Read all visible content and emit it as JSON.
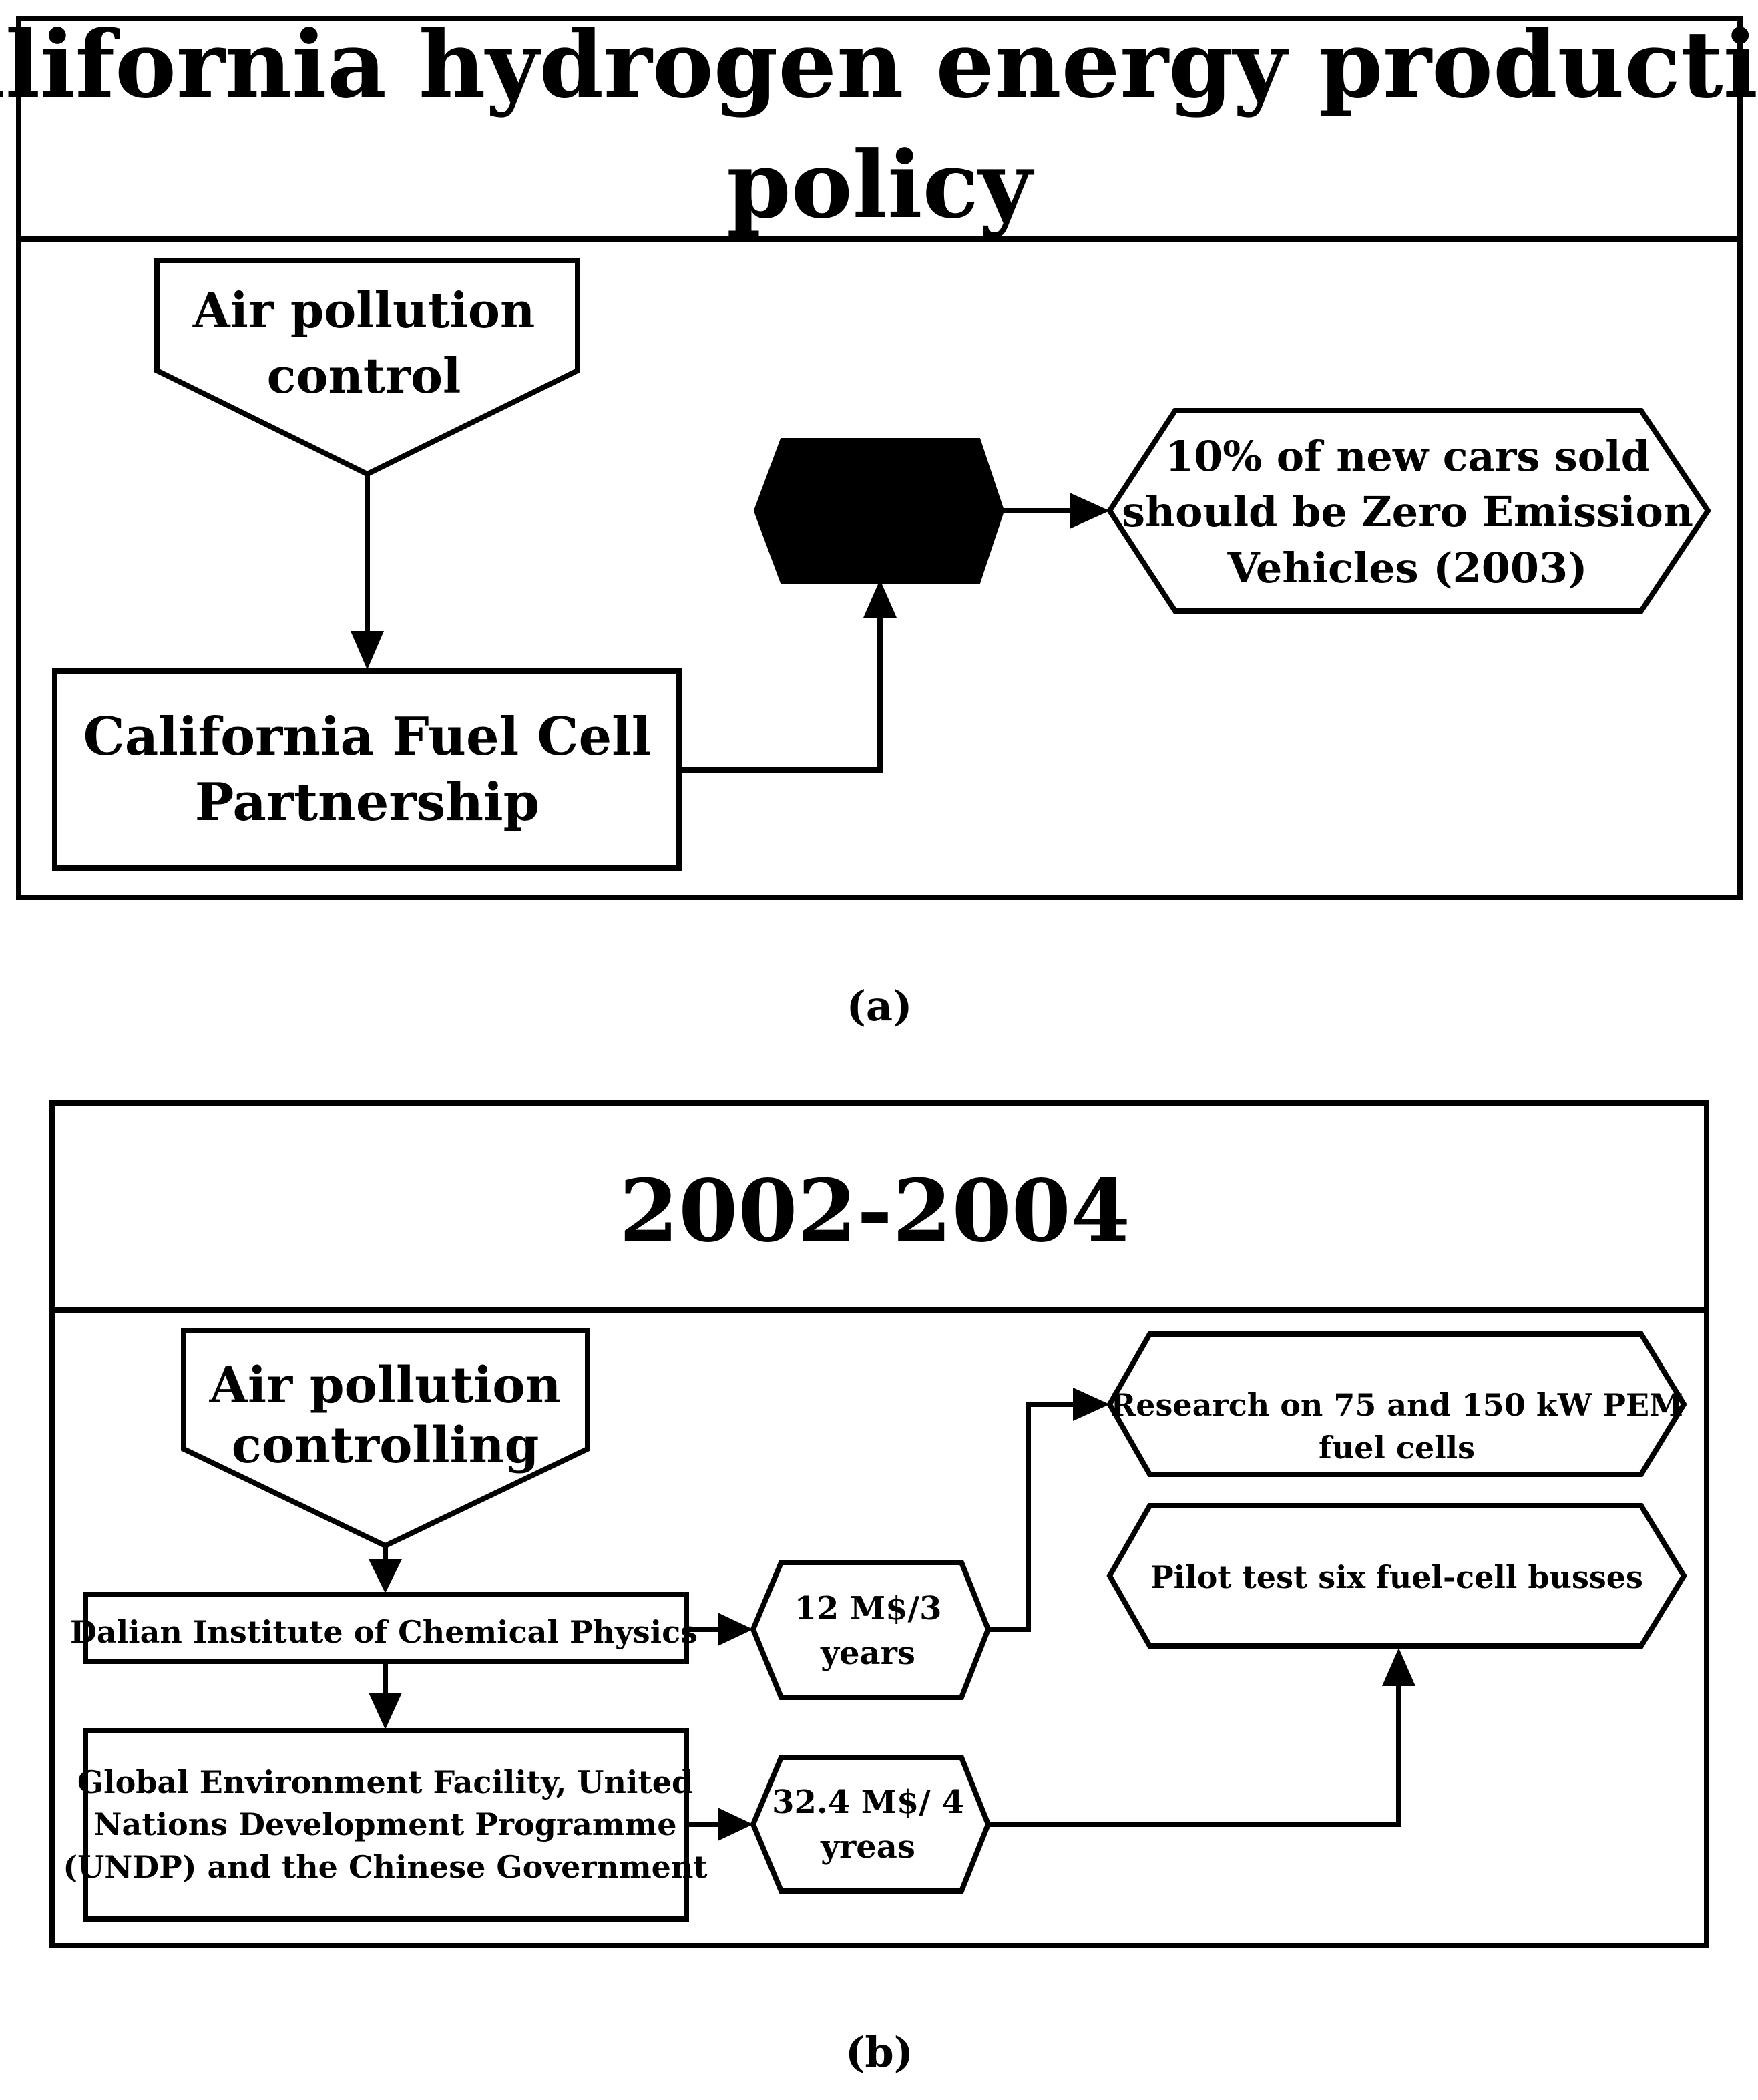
{
  "panel_a": {
    "title_line1": "California hydrogen energy production",
    "title_line2": "policy",
    "air_pollution": [
      "Air pollution",
      "control"
    ],
    "partnership": [
      "California Fuel Cell",
      "Partnership"
    ],
    "result": [
      "10% of new cars sold",
      "should be Zero Emission",
      "Vehicles (2003)"
    ],
    "caption_open": "(",
    "caption_letter": "a",
    "caption_close": ")"
  },
  "panel_b": {
    "title": "2002-2004",
    "air_pollution": [
      "Air pollution",
      "controlling"
    ],
    "dalian": "Dalian Institute of Chemical Physics",
    "global": [
      "Global Environment Facility, United",
      "Nations Development Programme",
      "(UNDP) and the Chinese Government"
    ],
    "funding_1": [
      "12 M$/3",
      "years"
    ],
    "funding_2": [
      "32.4 M$/ 4",
      "yreas"
    ],
    "research": [
      "Research on 75 and 150 kW PEM",
      "fuel cells"
    ],
    "pilot": "Pilot test six fuel-cell busses",
    "caption_open": "(",
    "caption_letter": "b",
    "caption_close": ")"
  }
}
